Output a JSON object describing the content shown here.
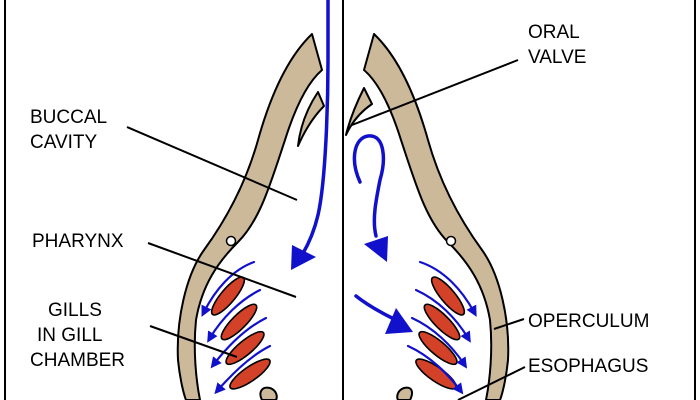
{
  "labels": {
    "buccal_cavity": [
      "BUCCAL",
      "CAVITY"
    ],
    "pharynx": "PHARYNX",
    "gills": [
      "GILLS",
      "IN GILL",
      "CHAMBER"
    ],
    "oral_valve": [
      "ORAL",
      "VALVE"
    ],
    "operculum": "OPERCULUM",
    "esophagus": "ESOPHAGUS"
  },
  "colors": {
    "body_tissue": "#cbb99a",
    "gill_filament": "#d24128",
    "water_flow": "#1111cc",
    "outline": "#000000",
    "background": "#ffffff"
  }
}
